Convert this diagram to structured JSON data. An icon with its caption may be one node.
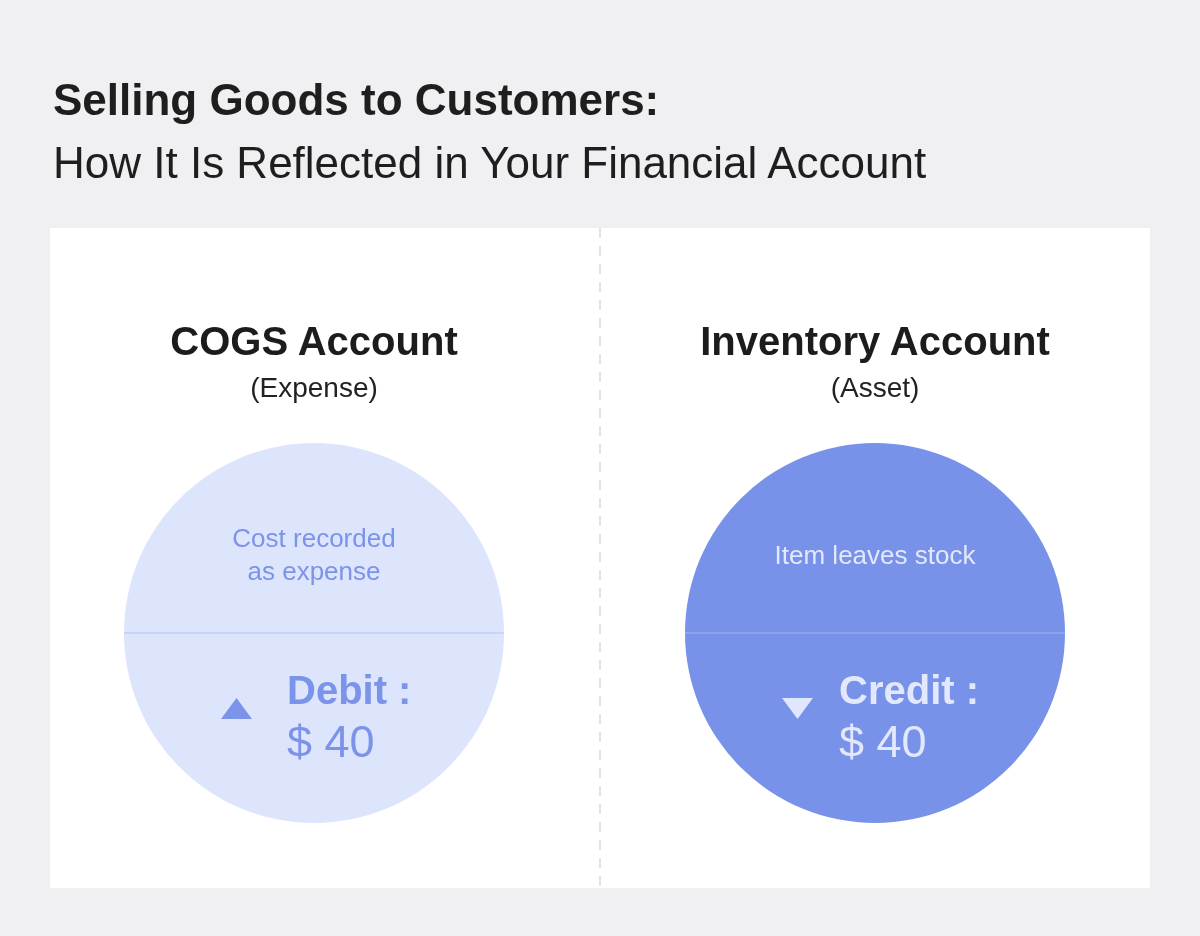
{
  "diagram": {
    "title": "**Selling Goods to Customers:** How It Is Reflected in Your Financial Account",
    "nodes": [
      {
        "text": [
          "COGS Account",
          "(Expense)",
          "Cost recorded as expense",
          "**Debit :** $ 40"
        ]
      },
      {
        "text": [
          "Inventory Account",
          "(Asset)",
          "Item leaves stock",
          "**Credit :** $ 40"
        ]
      }
    ]
  }
}
